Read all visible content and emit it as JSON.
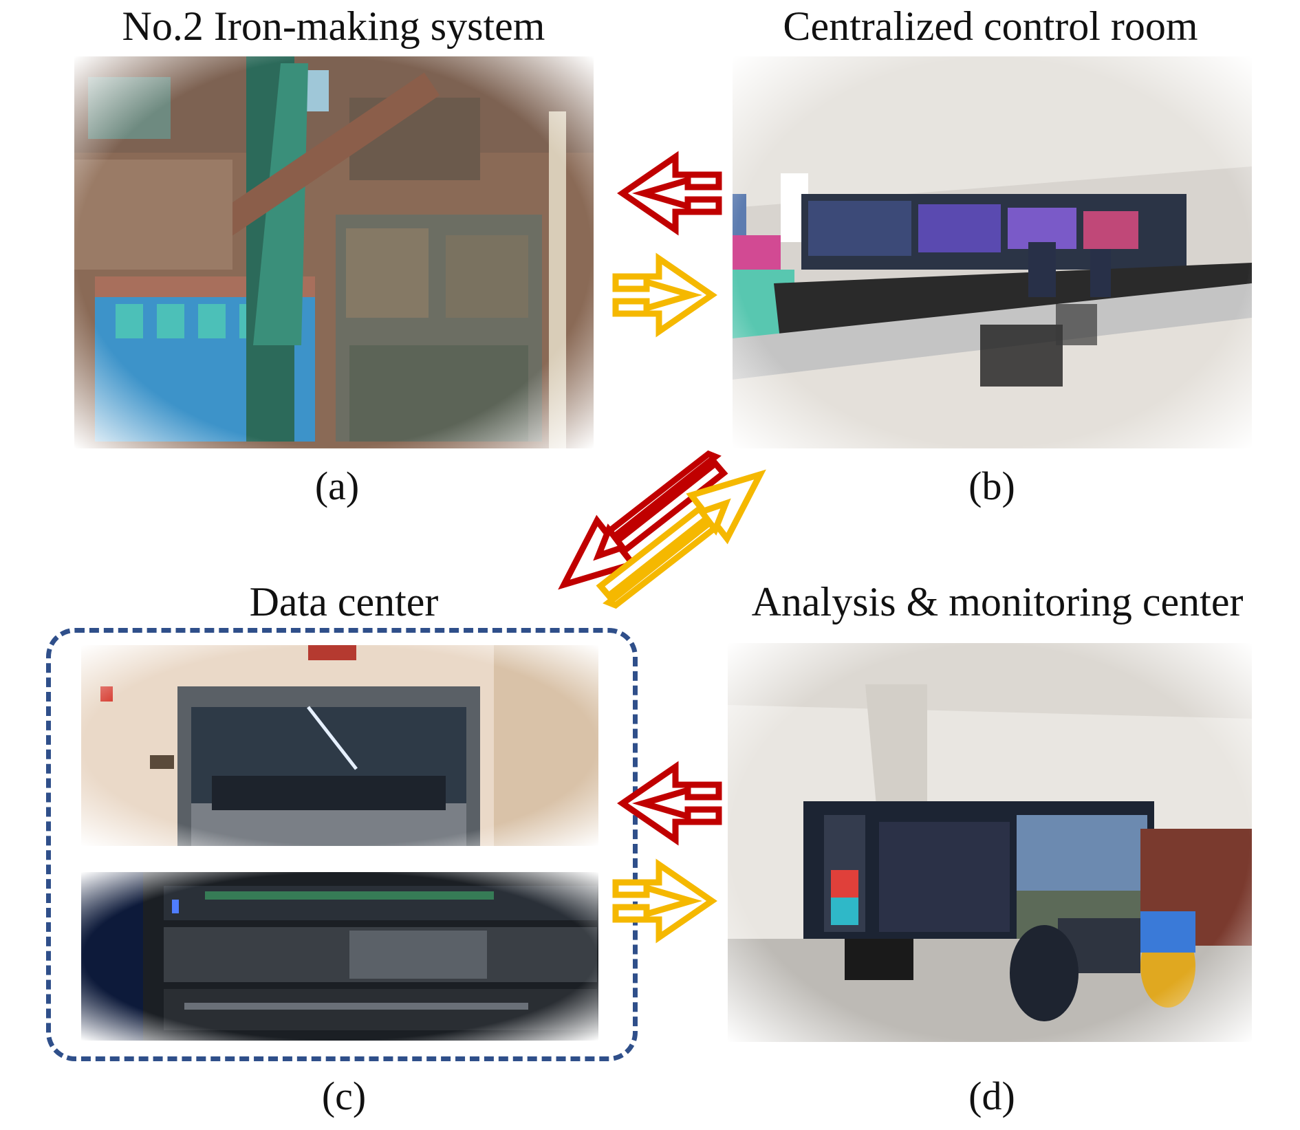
{
  "panels": {
    "a": {
      "title": "No.2 Iron-making system",
      "label": "(a)"
    },
    "b": {
      "title": "Centralized control room",
      "label": "(b)"
    },
    "c": {
      "title": "Data center",
      "label": "(c)"
    },
    "d": {
      "title": "Analysis & monitoring center",
      "label": "(d)"
    }
  },
  "colors": {
    "request_arrow": "#c00000",
    "response_arrow": "#f5b800",
    "dashed_box": "#2f4f8a"
  }
}
